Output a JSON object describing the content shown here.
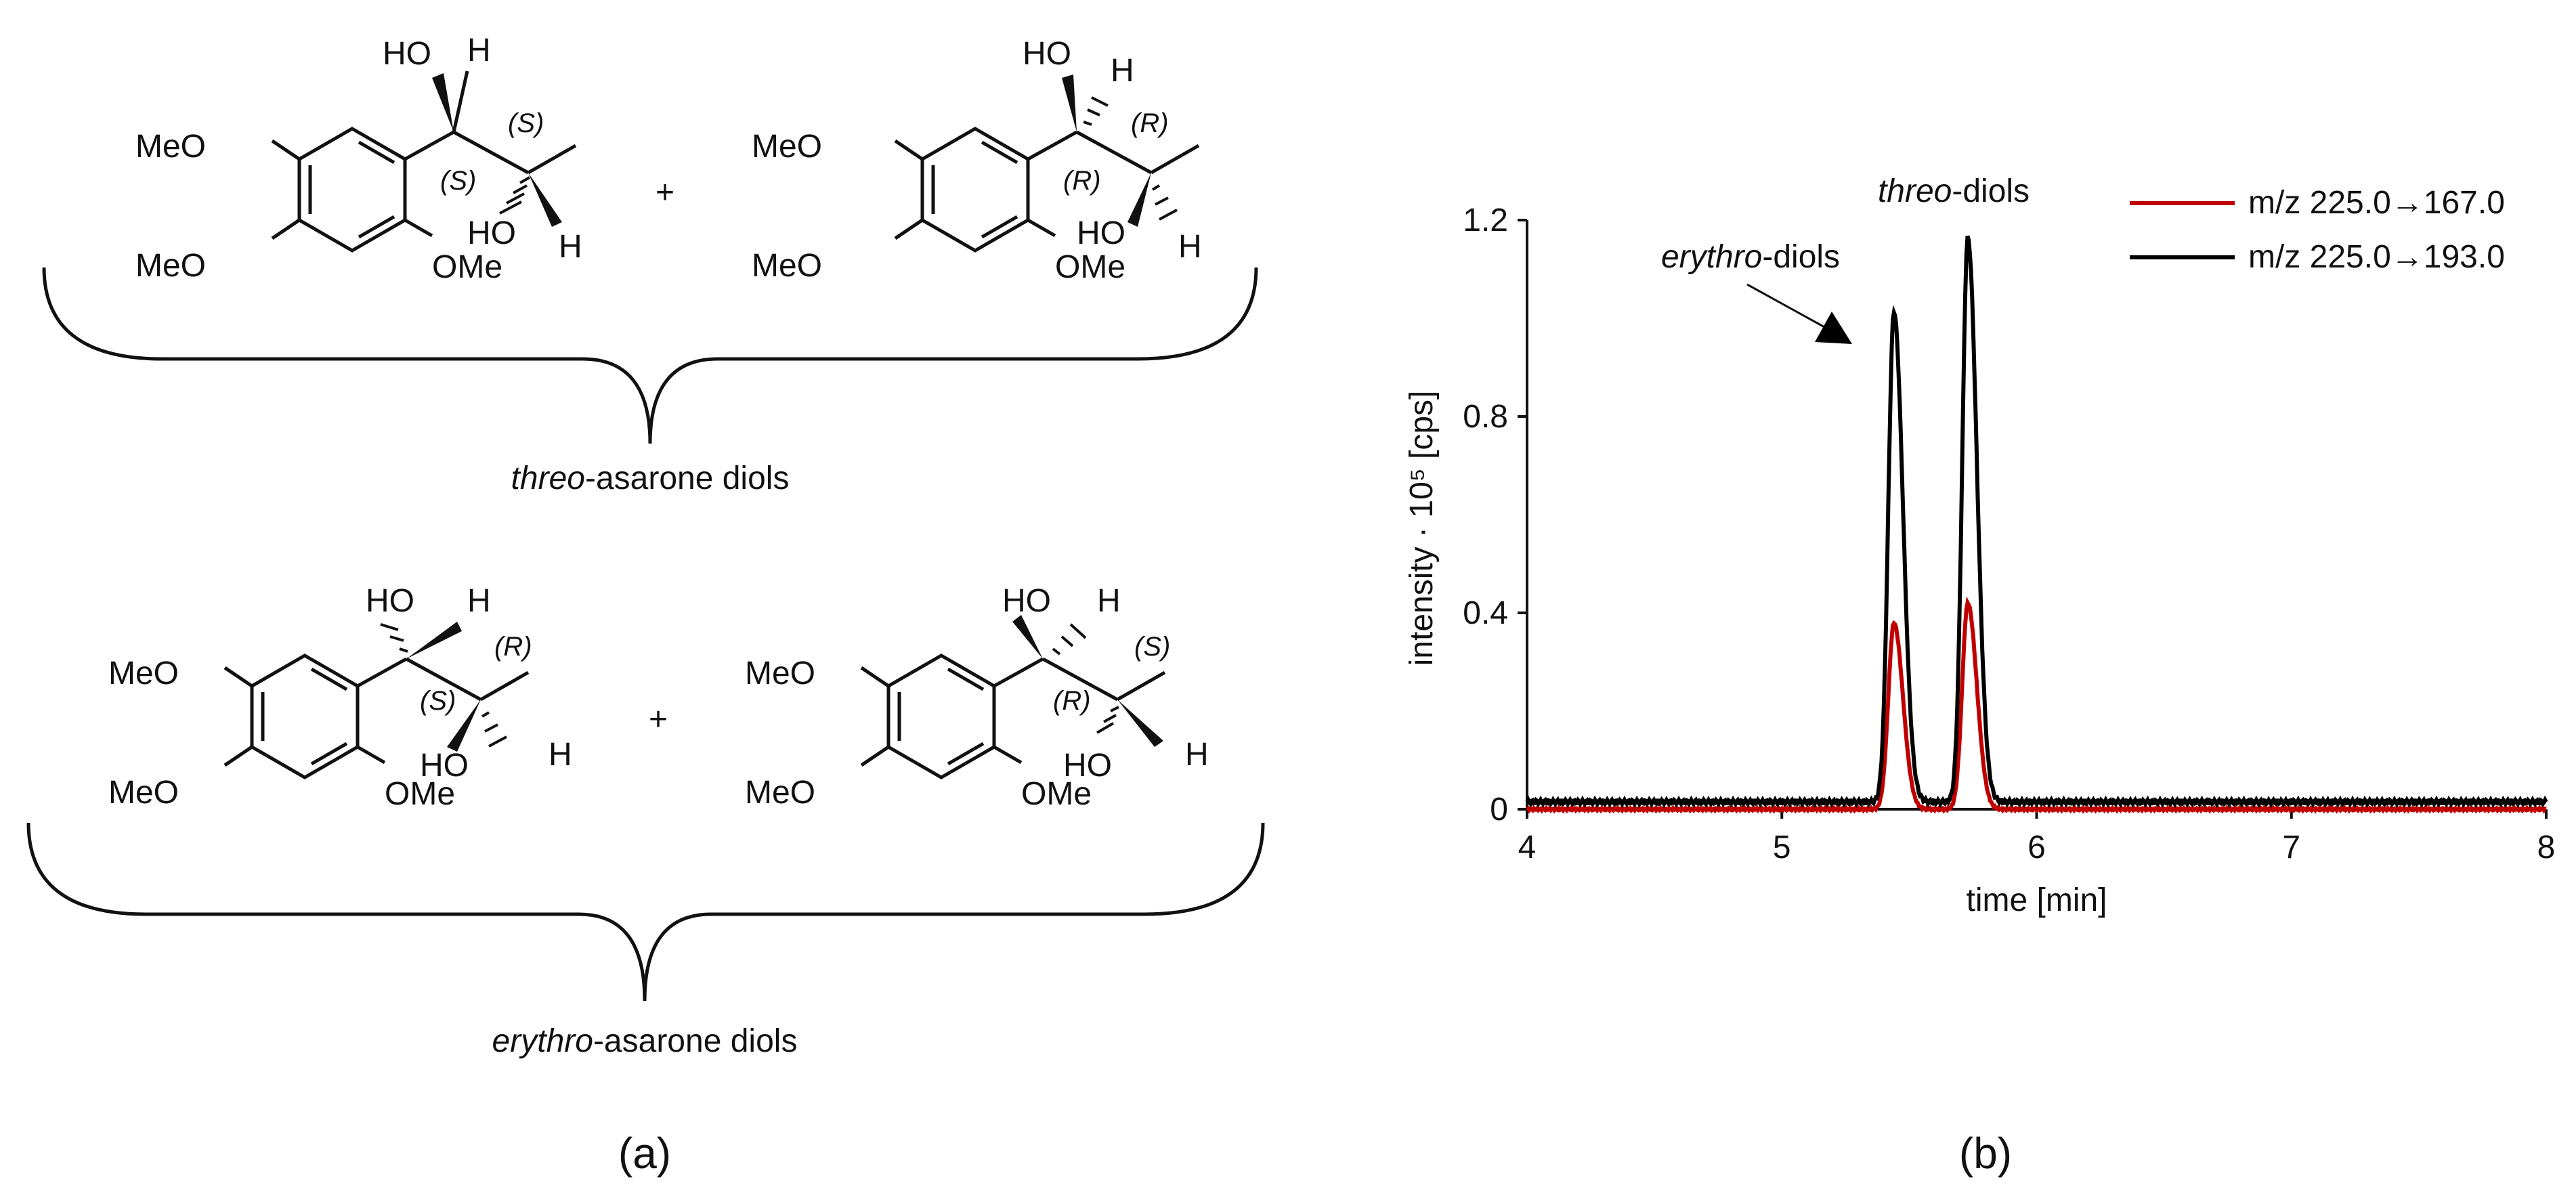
{
  "panel_a": {
    "caption": "(a)",
    "threo_group_label_prefix": "threo",
    "threo_group_label_suffix": "-asarone diols",
    "erythro_group_label_prefix": "erythro",
    "erythro_group_label_suffix": "-asarone diols",
    "plus": "+",
    "labels": {
      "meo": "MeO",
      "ome": "OMe",
      "ho": "HO",
      "h": "H",
      "s": "(S)",
      "r": "(R)"
    }
  },
  "panel_b": {
    "caption": "(b)"
  },
  "chart_data": {
    "type": "line",
    "xlabel": "time [min]",
    "ylabel": "intensity · 10⁵ [cps]",
    "xlim": [
      4,
      8
    ],
    "ylim": [
      0,
      1.2
    ],
    "xticks": [
      "4",
      "5",
      "6",
      "7",
      "8"
    ],
    "yticks": [
      "0",
      "0.4",
      "0.8",
      "1.2"
    ],
    "ytick_values": [
      0,
      0.4,
      0.8,
      1.2
    ],
    "xtick_values": [
      4,
      5,
      6,
      7,
      8
    ],
    "legend_position": "top-right",
    "annotations": [
      {
        "italic": "erythro",
        "rest": "-diols",
        "x": 5.44,
        "arrow": true
      },
      {
        "italic": "threo",
        "rest": "-diols",
        "x": 5.73,
        "arrow": false
      }
    ],
    "series": [
      {
        "name": "m/z 225.0→167.0",
        "color": "#c00000",
        "baseline": 0.0,
        "peaks": [
          {
            "x": 5.44,
            "height": 0.38
          },
          {
            "x": 5.73,
            "height": 0.42
          }
        ]
      },
      {
        "name": "m/z 225.0→193.0",
        "color": "#000000",
        "baseline": 0.015,
        "peaks": [
          {
            "x": 5.44,
            "height": 1.0
          },
          {
            "x": 5.73,
            "height": 1.15
          }
        ]
      }
    ]
  }
}
